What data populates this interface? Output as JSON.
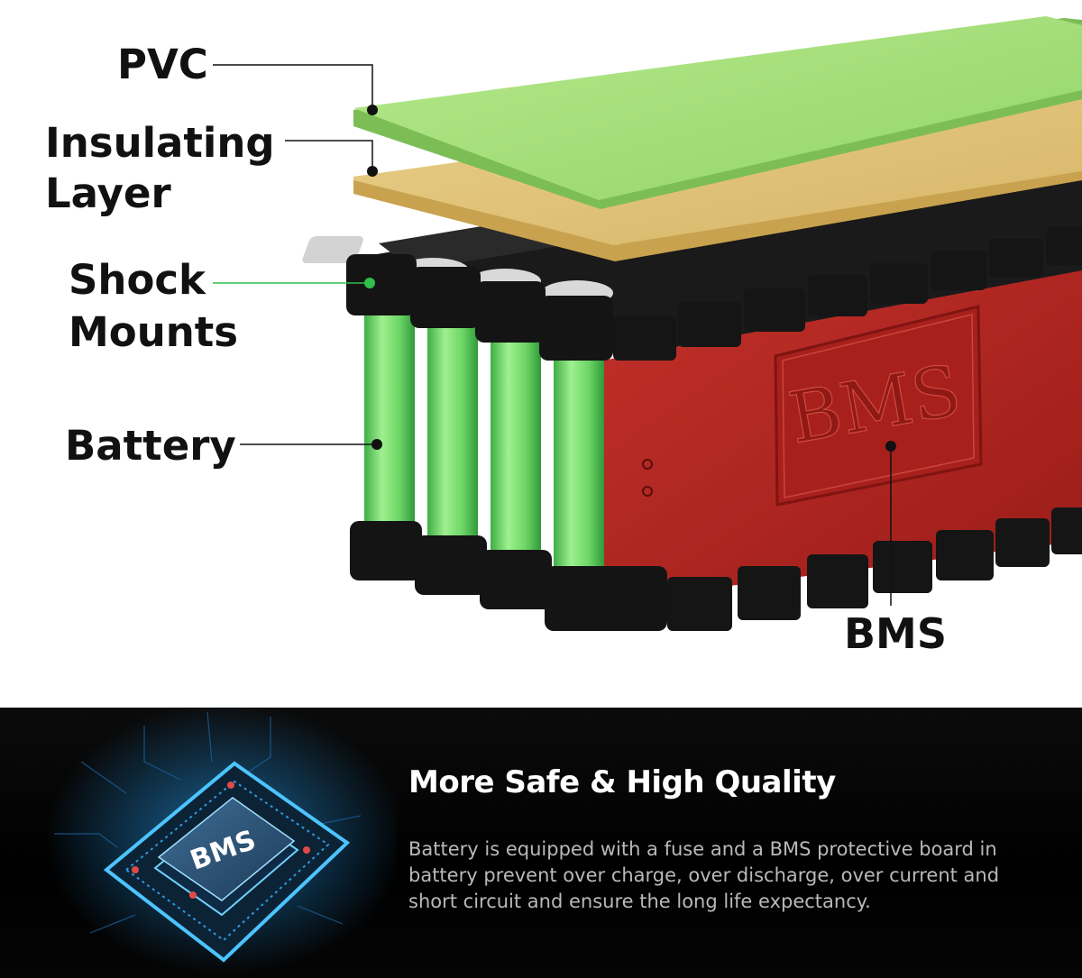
{
  "labels": {
    "pvc": "PVC",
    "insulating_line1": "Insulating",
    "insulating_line2": "Layer",
    "shock_line1": "Shock",
    "shock_line2": "Mounts",
    "battery": "Battery",
    "bms": "BMS"
  },
  "bms_board_text": "BMS",
  "chip_text": "BMS",
  "feature": {
    "title": "More Safe & High Quality",
    "description": "Battery is equipped with a fuse and a BMS protective board in battery prevent over charge, over discharge, over current and short circuit and ensure the long life expectancy."
  },
  "colors": {
    "pvc_green": "#a8e07c",
    "insulating_tan": "#e2c47a",
    "cell_green": "#6fd66a",
    "bms_red": "#b3241f",
    "holder_black": "#151515",
    "leader_dot_green": "#2fbf4a",
    "chip_glow": "#2aa8ff"
  }
}
